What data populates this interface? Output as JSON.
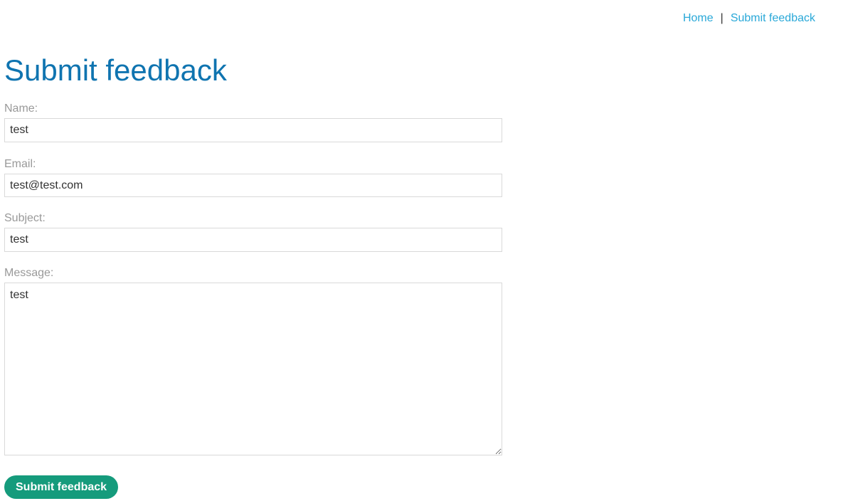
{
  "nav": {
    "home_label": "Home",
    "separator": "|",
    "submit_feedback_label": "Submit feedback"
  },
  "page": {
    "title": "Submit feedback"
  },
  "form": {
    "name": {
      "label": "Name:",
      "value": "test"
    },
    "email": {
      "label": "Email:",
      "value": "test@test.com"
    },
    "subject": {
      "label": "Subject:",
      "value": "test"
    },
    "message": {
      "label": "Message:",
      "value": "test"
    },
    "submit_label": "Submit feedback"
  },
  "colors": {
    "link": "#29a8d8",
    "title": "#0f74b0",
    "label": "#999999",
    "button": "#159b7c"
  }
}
